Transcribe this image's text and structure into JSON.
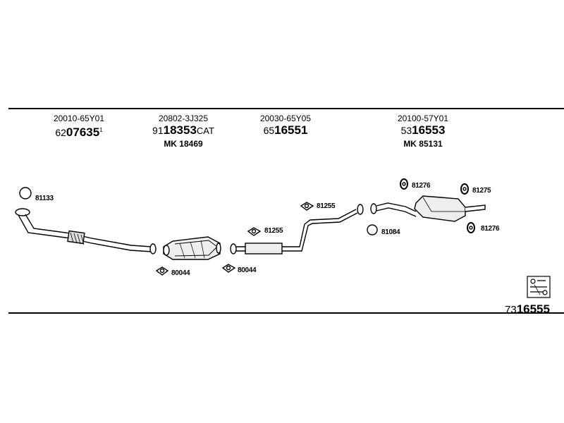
{
  "parts": [
    {
      "oem": "20010-65Y01",
      "prefix": "62",
      "number": "07635",
      "suffix": "",
      "note": "1",
      "mk": ""
    },
    {
      "oem": "20802-3J325",
      "prefix": "91",
      "number": "18353",
      "suffix": "CAT",
      "note": "",
      "mk": "MK 18469"
    },
    {
      "oem": "20030-65Y05",
      "prefix": "65",
      "number": "16551",
      "suffix": "",
      "note": "",
      "mk": ""
    },
    {
      "oem": "20100-57Y01",
      "prefix": "53",
      "number": "16553",
      "suffix": "",
      "note": "",
      "mk": "MK 85131"
    }
  ],
  "components": [
    {
      "id": "ring-81133",
      "label": "81133",
      "icon": "ring-gasket-icon"
    },
    {
      "id": "gasket-80044-a",
      "label": "80044",
      "icon": "flange-gasket-icon"
    },
    {
      "id": "gasket-80044-b",
      "label": "80044",
      "icon": "flange-gasket-icon"
    },
    {
      "id": "gasket-81255-a",
      "label": "81255",
      "icon": "flange-gasket-icon"
    },
    {
      "id": "gasket-81255-b",
      "label": "81255",
      "icon": "flange-gasket-icon"
    },
    {
      "id": "ring-81084",
      "label": "81084",
      "icon": "ring-gasket-icon"
    },
    {
      "id": "hanger-81276-a",
      "label": "81276",
      "icon": "rubber-hanger-icon"
    },
    {
      "id": "hanger-81275",
      "label": "81275",
      "icon": "rubber-hanger-icon"
    },
    {
      "id": "hanger-81276-b",
      "label": "81276",
      "icon": "rubber-hanger-icon"
    }
  ],
  "kit": {
    "prefix": "73",
    "number": "16555",
    "icon": "mounting-kit-icon"
  }
}
